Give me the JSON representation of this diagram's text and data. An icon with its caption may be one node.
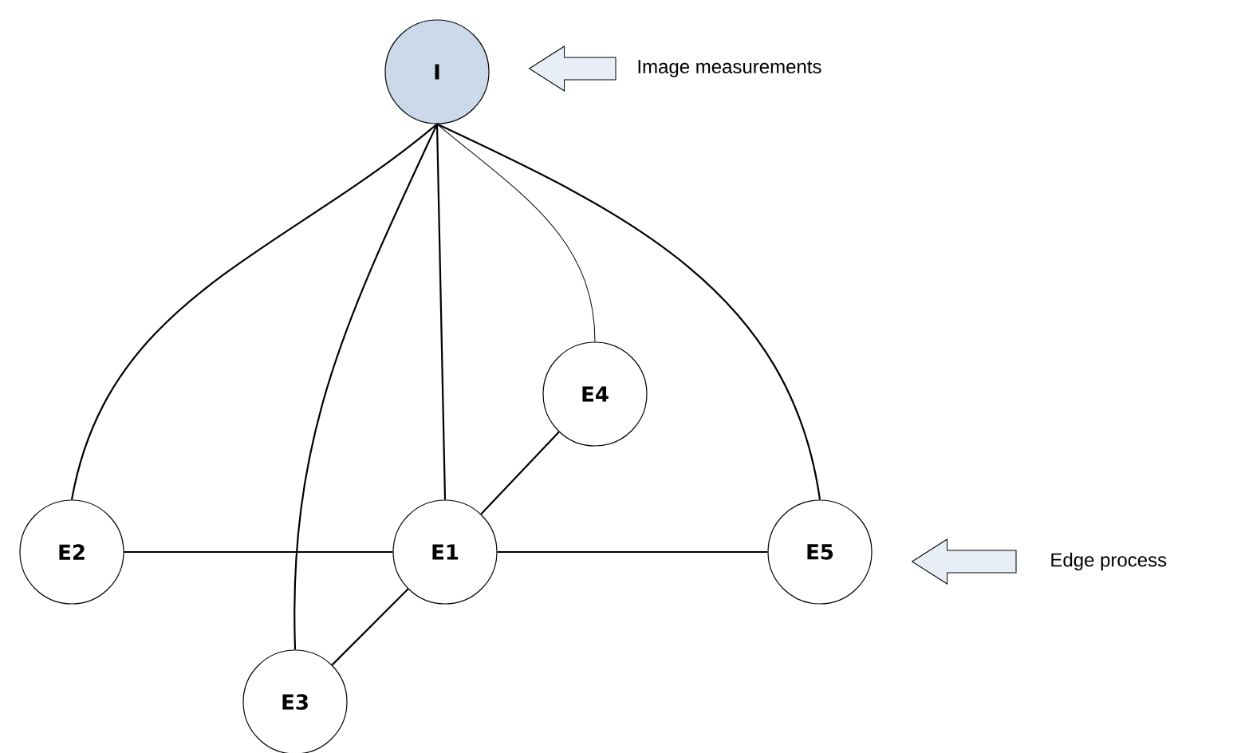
{
  "diagram": {
    "nodes": [
      {
        "text": [
          "I"
        ]
      },
      {
        "text": [
          "Image measurements"
        ]
      },
      {
        "text": [
          "E4"
        ]
      },
      {
        "text": [
          "E2"
        ]
      },
      {
        "text": [
          "E1"
        ]
      },
      {
        "text": [
          "E5"
        ]
      },
      {
        "text": [
          "Edge process"
        ]
      },
      {
        "text": [
          "E3"
        ]
      }
    ],
    "edges": [
      {
        "from": 0,
        "to": 3,
        "arrow": "none"
      },
      {
        "from": 0,
        "to": 7,
        "arrow": "none"
      },
      {
        "from": 0,
        "to": 4,
        "arrow": "none"
      },
      {
        "from": 0,
        "to": 2,
        "arrow": "none"
      },
      {
        "from": 0,
        "to": 5,
        "arrow": "none"
      },
      {
        "from": 3,
        "to": 4,
        "arrow": "none"
      },
      {
        "from": 4,
        "to": 5,
        "arrow": "none"
      },
      {
        "from": 4,
        "to": 2,
        "arrow": "none"
      },
      {
        "from": 4,
        "to": 7,
        "arrow": "none"
      },
      {
        "from": 1,
        "to": 0,
        "arrow": "to"
      },
      {
        "from": 6,
        "to": 5,
        "arrow": "to"
      }
    ]
  }
}
